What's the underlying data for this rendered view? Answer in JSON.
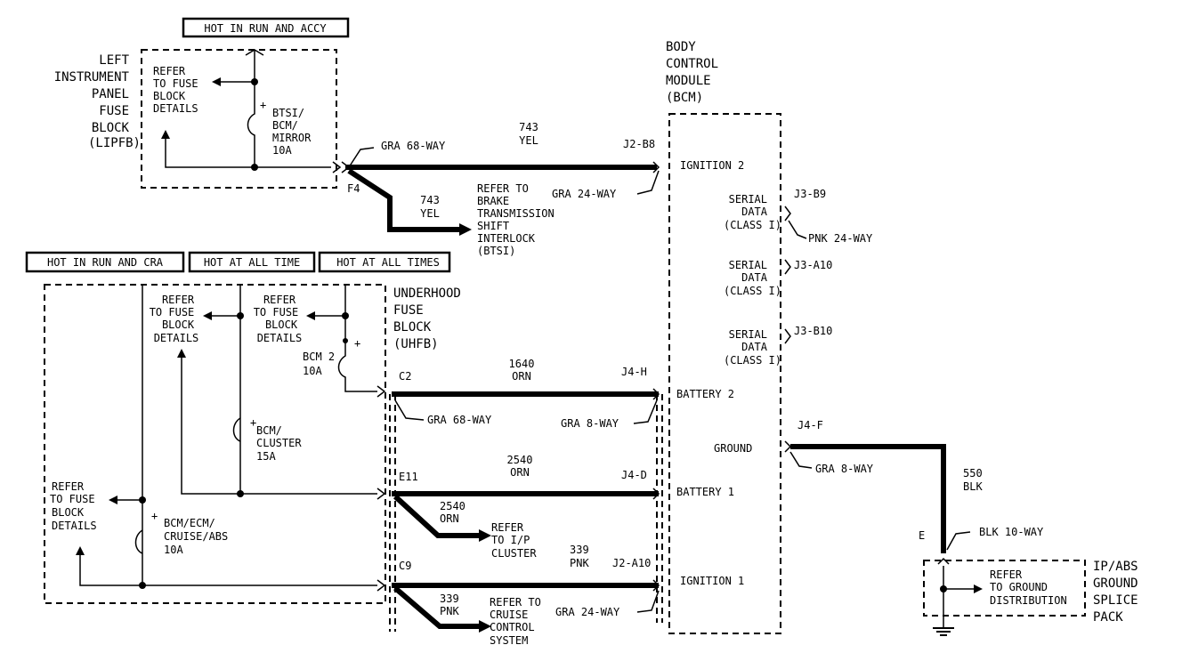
{
  "hot_labels": {
    "run_accy": "HOT IN RUN AND ACCY",
    "run_crank": "HOT IN RUN AND CRA",
    "at_all_times_1": "HOT AT ALL TIME",
    "at_all_times_2": "HOT AT ALL TIMES"
  },
  "lipfb": {
    "name_lines": [
      "LEFT",
      "INSTRUMENT",
      "PANEL",
      "FUSE",
      "BLOCK",
      "(LIPFB)"
    ],
    "refer_lines": [
      "REFER",
      "TO FUSE",
      "BLOCK",
      "DETAILS"
    ],
    "fuse_lines": [
      "BTSI/",
      "BCM/",
      "MIRROR",
      "10A"
    ],
    "fuse_plus": "+",
    "cavity": "F4",
    "connector": "GRA 68-WAY"
  },
  "wire_743": {
    "circuit": "743",
    "color": "YEL",
    "branch_circuit": "743",
    "branch_color": "YEL",
    "refer_lines": [
      "REFER TO",
      "BRAKE",
      "TRANSMISSION",
      "SHIFT",
      "INTERLOCK",
      "(BTSI)"
    ],
    "bcm_pin": "J2-B8",
    "bcm_connector": "GRA 24-WAY"
  },
  "bcm": {
    "title_lines": [
      "BODY",
      "CONTROL",
      "MODULE",
      "(BCM)"
    ],
    "ignition2": "IGNITION 2",
    "serial_lines": [
      "SERIAL",
      "DATA",
      "(CLASS I)"
    ],
    "serial_pins": [
      "J3-B9",
      "J3-A10",
      "J3-B10"
    ],
    "serial_connector": "PNK 24-WAY",
    "battery2": "BATTERY 2",
    "ground": "GROUND",
    "battery1": "BATTERY 1",
    "ignition1": "IGNITION 1"
  },
  "uhfb": {
    "name_lines": [
      "UNDERHOOD",
      "FUSE",
      "BLOCK",
      "(UHFB)"
    ],
    "refer_lines": [
      "REFER",
      "TO FUSE",
      "BLOCK",
      "DETAILS"
    ],
    "fuse_bcm2": [
      "BCM 2",
      "10A"
    ],
    "fuse_cluster": [
      "BCM/",
      "CLUSTER",
      "15A"
    ],
    "fuse_cruise": [
      "BCM/ECM/",
      "CRUISE/ABS",
      "10A"
    ],
    "fuse_plus": "+",
    "cavity_c2": "C2",
    "cavity_e11": "E11",
    "cavity_c9": "C9",
    "connector": "GRA 68-WAY"
  },
  "wire_1640": {
    "circuit": "1640",
    "color": "ORN",
    "pin": "J4-H",
    "connector": "GRA 8-WAY"
  },
  "wire_2540": {
    "circuit": "2540",
    "color": "ORN",
    "pin": "J4-D",
    "branch_circuit": "2540",
    "branch_color": "ORN",
    "refer_lines": [
      "REFER",
      "TO I/P",
      "CLUSTER"
    ]
  },
  "wire_339": {
    "circuit": "339",
    "color": "PNK",
    "pin": "J2-A10",
    "connector": "GRA 24-WAY",
    "branch_circuit": "339",
    "branch_color": "PNK",
    "refer_lines": [
      "REFER TO",
      "CRUISE",
      "CONTROL",
      "SYSTEM"
    ]
  },
  "wire_550": {
    "pin": "J4-F",
    "connector": "GRA 8-WAY",
    "circuit": "550",
    "color": "BLK",
    "splice_pin": "E",
    "splice_connector": "BLK 10-WAY"
  },
  "splice_pack": {
    "name_lines": [
      "IP/ABS",
      "GROUND",
      "SPLICE",
      "PACK"
    ],
    "refer_lines": [
      "REFER",
      "TO GROUND",
      "DISTRIBUTION"
    ]
  }
}
